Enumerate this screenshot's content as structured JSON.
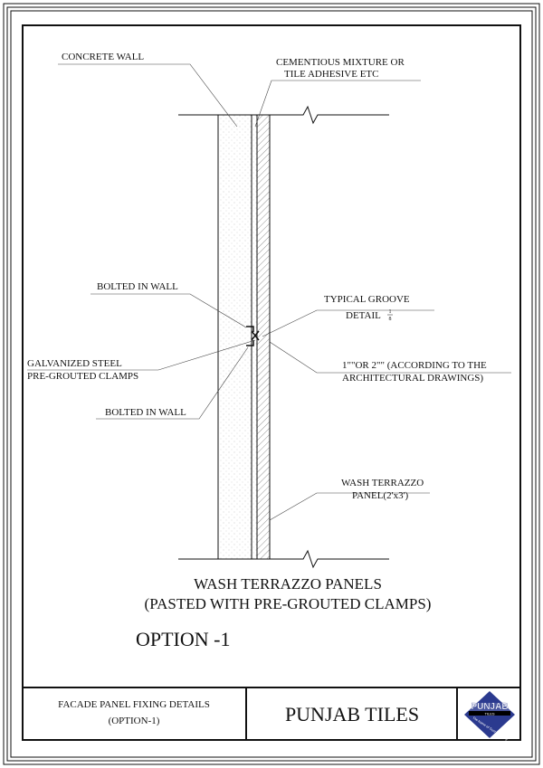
{
  "labels": {
    "concrete_wall": "CONCRETE WALL",
    "adhesive_line1": "CEMENTIOUS MIXTURE OR",
    "adhesive_line2": "TILE ADHESIVE ETC",
    "bolted_top": "BOLTED IN WALL",
    "groove_line1": "TYPICAL GROOVE",
    "groove_line2": "DETAIL",
    "groove_fraction_num": "1",
    "groove_fraction_den": "8",
    "clamps_line1": "GALVANIZED STEEL",
    "clamps_line2": "PRE-GROUTED CLAMPS",
    "thickness_line1": "1\"\"OR 2\"\" (ACCORDING TO THE",
    "thickness_line2": "ARCHITECTURAL DRAWINGS)",
    "bolted_bottom": "BOLTED IN WALL",
    "panel_line1": "WASH TERRAZZO",
    "panel_line2": "PANEL(2'x3')"
  },
  "title": {
    "line1": "WASH TERRAZZO PANELS",
    "line2": "(PASTED WITH PRE-GROUTED CLAMPS)",
    "option": "OPTION -1"
  },
  "title_block": {
    "drawing_name_line1": "FACADE PANEL FIXING DETAILS",
    "drawing_name_line2": "(OPTION-1)",
    "company": "PUNJAB TILES",
    "logo_name": "PUNJAB",
    "logo_sub": "TILES",
    "logo_tagline": "The Name of Trust & Quality"
  },
  "colors": {
    "logo_blue": "#2b3a8f",
    "line": "#111111"
  }
}
